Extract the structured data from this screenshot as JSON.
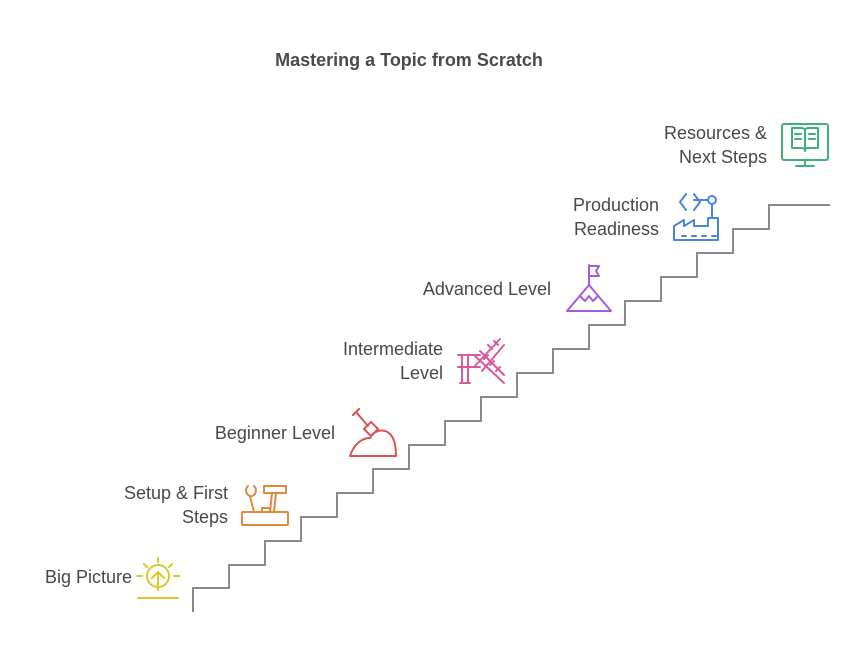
{
  "title": "Mastering a Topic from Scratch",
  "steps": [
    {
      "lines": [
        "Big Picture"
      ],
      "icon": "lightbulb-sunrise-icon",
      "color": "#d9c92b"
    },
    {
      "lines": [
        "Setup & First",
        "Steps"
      ],
      "icon": "tools-toolbox-icon",
      "color": "#e08a3c"
    },
    {
      "lines": [
        "Beginner Level"
      ],
      "icon": "shovel-dirt-icon",
      "color": "#d9534f"
    },
    {
      "lines": [
        "Intermediate",
        "Level"
      ],
      "icon": "ladder-bridge-icon",
      "color": "#d65a9e"
    },
    {
      "lines": [
        "Advanced Level"
      ],
      "icon": "mountain-flag-icon",
      "color": "#a95ad6"
    },
    {
      "lines": [
        "Production",
        "Readiness"
      ],
      "icon": "factory-robot-arm-icon",
      "color": "#4a86d9"
    },
    {
      "lines": [
        "Resources &",
        "Next Steps"
      ],
      "icon": "book-monitor-icon",
      "color": "#3db27a"
    }
  ]
}
